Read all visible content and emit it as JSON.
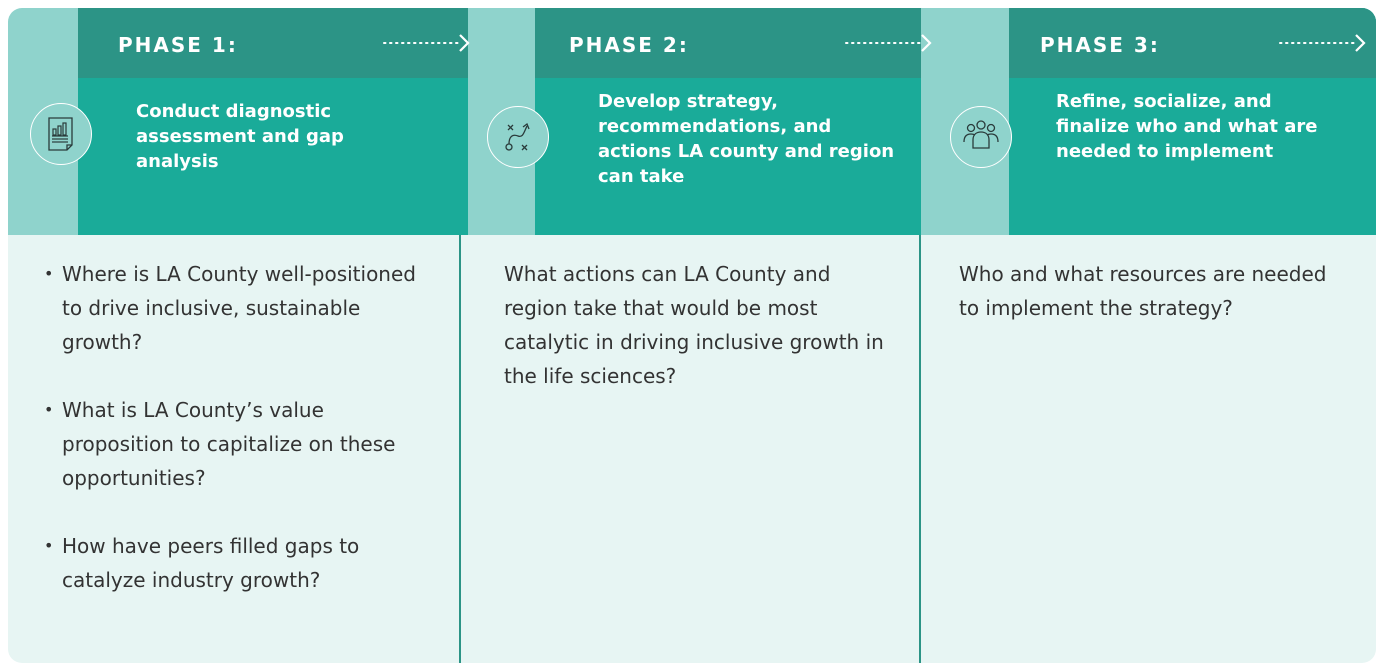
{
  "colors": {
    "header_light": "#8fd3cc",
    "phase_box": "#1aab99",
    "phase_tab": "#2c9486",
    "body_bg": "#e7f5f3",
    "text_dark": "#333333"
  },
  "phases": [
    {
      "title": "PHASE 1:",
      "icon": "bar-chart-document-icon",
      "description": "Conduct diagnostic assessment and gap analysis",
      "questions": [
        "Where is LA County well-positioned to drive inclusive, sustainable growth?",
        "What is LA County’s value proposition to capitalize on these opportunities?",
        "How have peers filled gaps to catalyze industry growth?"
      ]
    },
    {
      "title": "PHASE 2:",
      "icon": "strategy-path-icon",
      "description": "Develop strategy, recommendations, and actions LA county and region can take",
      "question": "What actions can LA County and region take that would be most catalytic in driving inclusive growth in the life sciences?"
    },
    {
      "title": "PHASE 3:",
      "icon": "people-group-icon",
      "description": "Refine, socialize, and finalize who and what are needed to implement",
      "question": "Who and what resources are needed to implement the strategy?"
    }
  ]
}
